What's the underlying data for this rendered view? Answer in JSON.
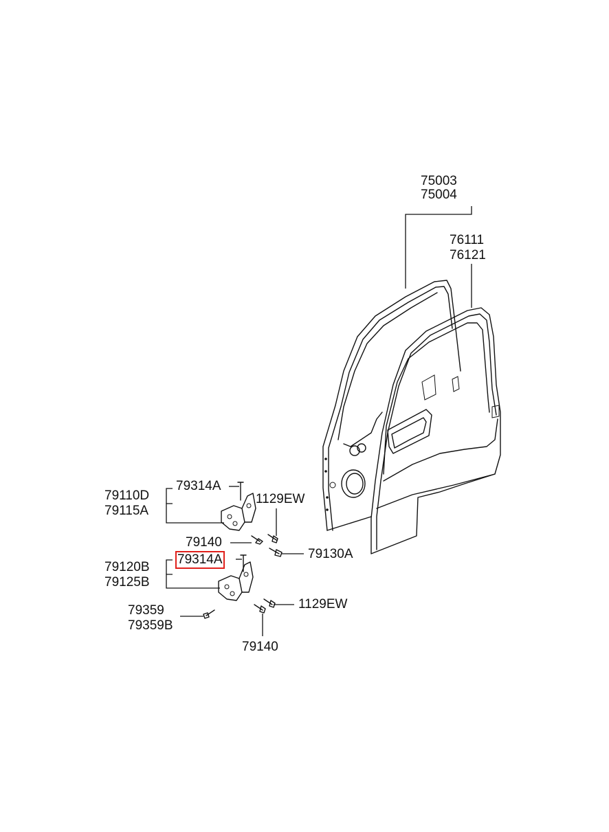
{
  "diagram": {
    "highlight_color": "#e0201b",
    "labels": {
      "door_assy_lh": "75003",
      "door_assy_rh": "75004",
      "door_panel_lh": "76111",
      "door_panel_rh": "76121",
      "upper_hinge_lh": "79110D",
      "upper_hinge_rh": "79115A",
      "upper_pin": "79314A",
      "upper_bolt_right": "1129EW",
      "upper_bolt_left": "79140",
      "middle_bolt": "79130A",
      "lower_pin": "79314A",
      "lower_hinge_lh": "79120B",
      "lower_hinge_rh": "79125B",
      "lower_bolt_right": "1129EW",
      "lower_screw_a": "79359",
      "lower_screw_b": "79359B",
      "lower_bolt_bottom": "79140"
    }
  }
}
